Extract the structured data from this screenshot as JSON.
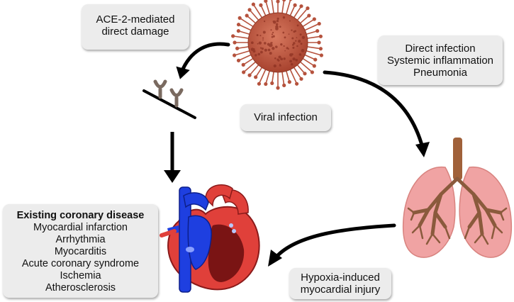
{
  "labels": {
    "ace2": [
      "ACE-2-mediated",
      "direct damage"
    ],
    "viral_infection": "Viral infection",
    "infection_effects": [
      "Direct infection",
      "Systemic inflammation",
      "Pneumonia"
    ],
    "hypoxia": [
      "Hypoxia-induced",
      "myocardial injury"
    ],
    "coronary": {
      "title": "Existing coronary disease",
      "items": [
        "Myocardial infarction",
        "Arrhythmia",
        "Myocarditis",
        "Acute coronary syndrome",
        "Ischemia",
        "Atherosclerosis"
      ]
    }
  },
  "icons": [
    "virus-icon",
    "ace2-receptor-icon",
    "heart-icon",
    "lungs-icon"
  ],
  "colors": {
    "virus": "#b5523d",
    "lung": "#f0a3a3",
    "bronchi": "#8a5a3c",
    "heart_red": "#e0403a",
    "heart_blue": "#1e3fe0",
    "heart_dark": "#7a1414",
    "receptor": "#7a6a60"
  }
}
